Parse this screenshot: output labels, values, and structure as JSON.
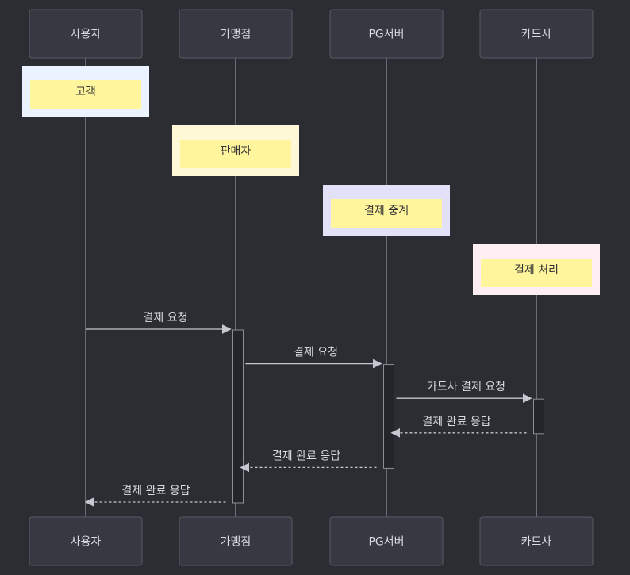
{
  "participants": [
    {
      "id": "user",
      "label": "사용자"
    },
    {
      "id": "merchant",
      "label": "가맹점"
    },
    {
      "id": "pg",
      "label": "PG서버"
    },
    {
      "id": "card",
      "label": "카드사"
    }
  ],
  "notes": [
    {
      "participant": "user",
      "text": "고객",
      "outer_color": "#eaf3ff",
      "inner_color": "#fff59d"
    },
    {
      "participant": "merchant",
      "text": "판매자",
      "outer_color": "#fff8d6",
      "inner_color": "#fff59d"
    },
    {
      "participant": "pg",
      "text": "결제 중계",
      "outer_color": "#e2e1f7",
      "inner_color": "#fff59d"
    },
    {
      "participant": "card",
      "text": "결제 처리",
      "outer_color": "#fdeef3",
      "inner_color": "#fff59d"
    }
  ],
  "messages": [
    {
      "from": "user",
      "to": "merchant",
      "text": "결제 요청",
      "style": "solid"
    },
    {
      "from": "merchant",
      "to": "pg",
      "text": "결제 요청",
      "style": "solid"
    },
    {
      "from": "pg",
      "to": "card",
      "text": "카드사 결제 요청",
      "style": "solid"
    },
    {
      "from": "card",
      "to": "pg",
      "text": "결제 완료 응답",
      "style": "dashed"
    },
    {
      "from": "pg",
      "to": "merchant",
      "text": "결제 완료 응답",
      "style": "dashed"
    },
    {
      "from": "merchant",
      "to": "user",
      "text": "결제 완료 응답",
      "style": "dashed"
    }
  ],
  "activations": [
    {
      "participant": "merchant",
      "from_message": 0,
      "to_message": 5
    },
    {
      "participant": "pg",
      "from_message": 1,
      "to_message": 4
    },
    {
      "participant": "card",
      "from_message": 2,
      "to_message": 3
    }
  ]
}
